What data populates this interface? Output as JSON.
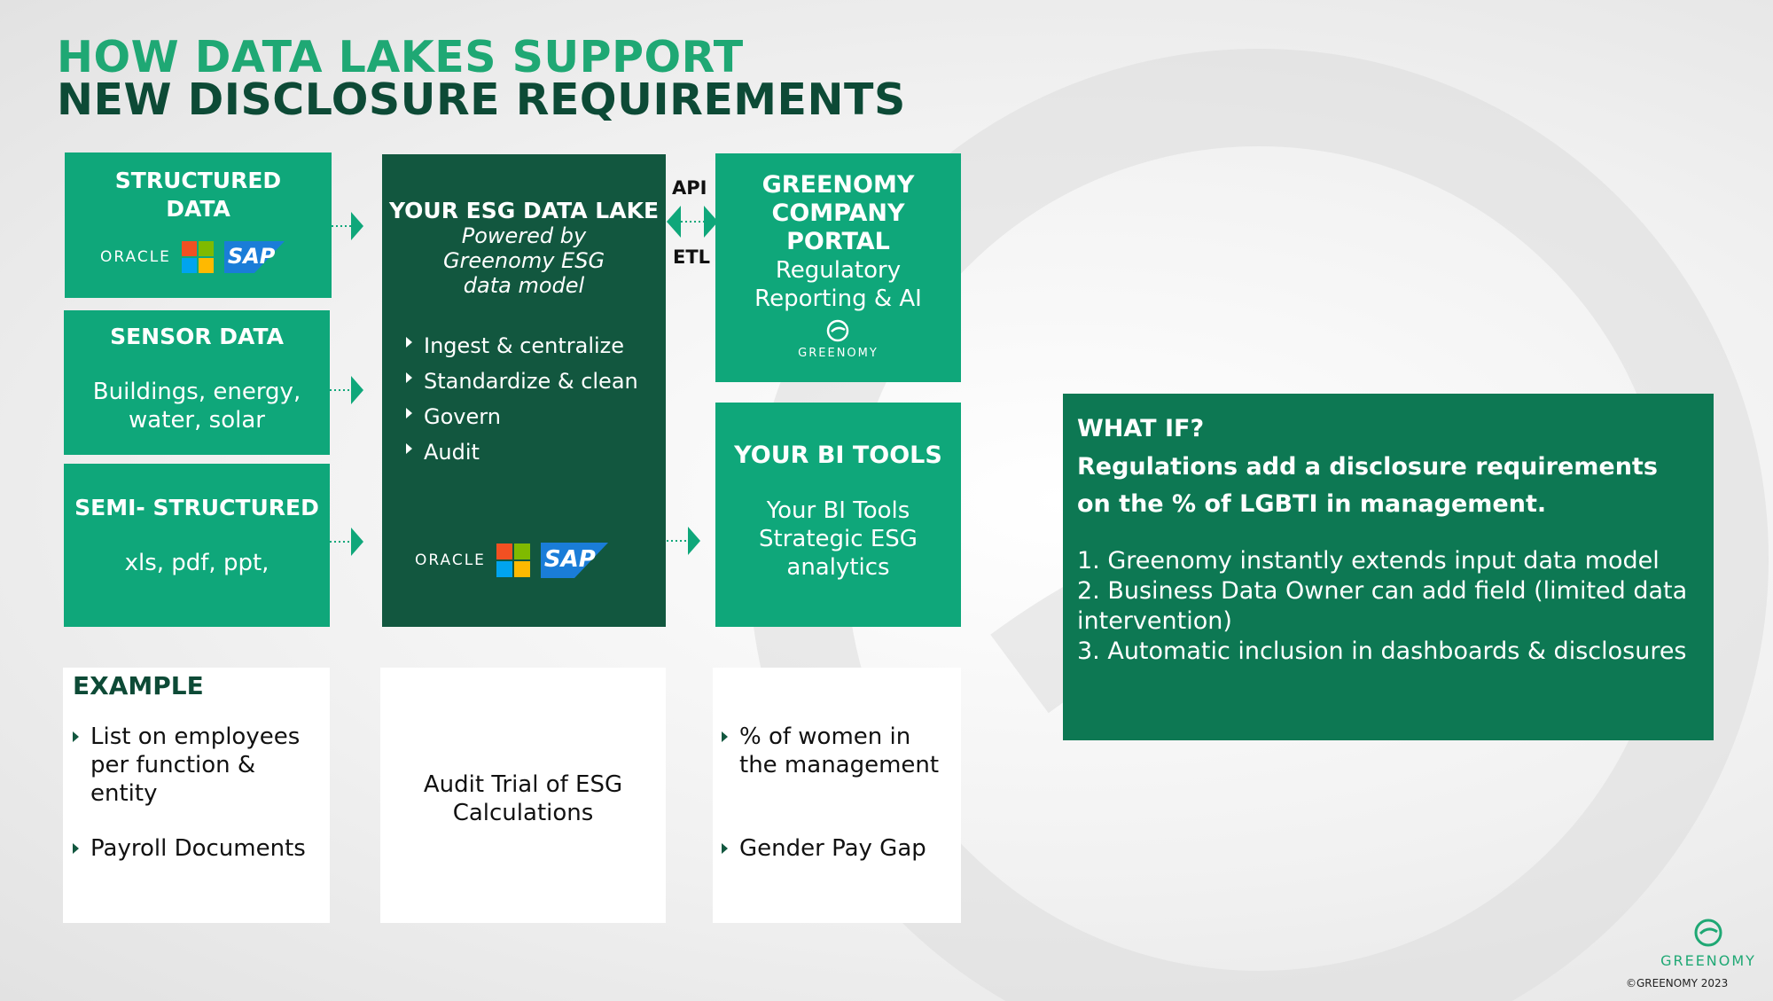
{
  "title": {
    "line1": "HOW DATA LAKES SUPPORT",
    "line2": "NEW DISCLOSURE REQUIREMENTS"
  },
  "sources": {
    "structured": {
      "title": "STRUCTURED DATA",
      "logos": [
        "ORACLE",
        "microsoft-logo-icon",
        "SAP"
      ]
    },
    "sensor": {
      "title": "SENSOR DATA",
      "body": "Buildings, energy, water, solar"
    },
    "semi": {
      "title": "SEMI- STRUCTURED",
      "body": "xls, pdf, ppt,"
    }
  },
  "datalake": {
    "title": "YOUR ESG DATA LAKE",
    "subtitle_1": "Powered by",
    "subtitle_2": "Greenomy ESG",
    "subtitle_3": "data model",
    "bullets": [
      "Ingest & centralize",
      "Standardize & clean",
      "Govern",
      "Audit"
    ],
    "logos": {
      "oracle": "ORACLE",
      "sap": "SAP"
    }
  },
  "connectors": {
    "api": "API",
    "etl": "ETL"
  },
  "portal": {
    "title_1": "GREENOMY",
    "title_2": "COMPANY",
    "title_3": "PORTAL",
    "body_1": "Regulatory",
    "body_2": "Reporting & AI",
    "logo_text": "GREENOMY"
  },
  "bi": {
    "title": "YOUR BI TOOLS",
    "body_1": "Your BI Tools",
    "body_2": "Strategic ESG",
    "body_3": "analytics"
  },
  "examples": {
    "heading": "EXAMPLE",
    "left_bullets": [
      "List on employees per function & entity",
      "Payroll Documents"
    ],
    "center_1": "Audit Trial of ESG",
    "center_2": "Calculations",
    "right_bullets": [
      "% of women in the management",
      "Gender Pay Gap"
    ]
  },
  "whatif": {
    "heading": "WHAT IF?",
    "lead": "Regulations add a disclosure requirements on the % of LGBTI in management.",
    "items": [
      "1. Greenomy instantly extends input data model",
      "2. Business Data Owner can add field (limited data intervention)",
      "3. Automatic inclusion in dashboards & disclosures"
    ]
  },
  "footer": {
    "brand": "GREENOMY",
    "copyright": "©GREENOMY 2023"
  },
  "colors": {
    "green": "#0fa77a",
    "dark_green": "#12573f",
    "mid_green": "#0d7853",
    "title_green": "#1fa874",
    "title_dark": "#0d4a36"
  }
}
